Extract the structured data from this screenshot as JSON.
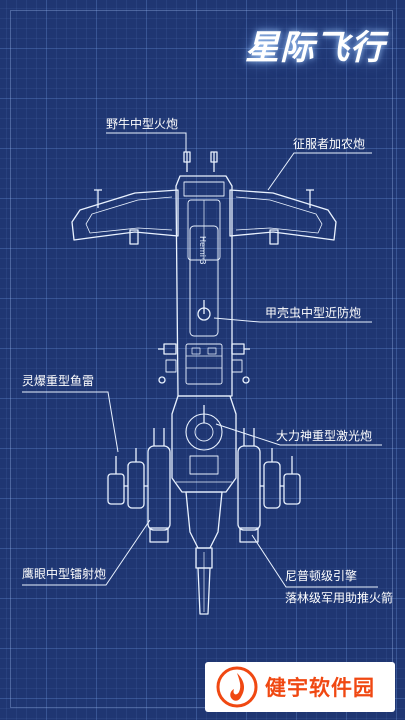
{
  "title": "星际飞行",
  "parts": {
    "yeniu": "野牛中型火炮",
    "zhengfuzhe": "征服者加农炮",
    "jiaqiaochong": "甲壳虫中型近防炮",
    "lingbao": "灵爆重型鱼雷",
    "dalishen": "大力神重型激光炮",
    "yingyan": "鹰眼中型镭射炮",
    "nipu_line1": "尼普顿级引擎",
    "nipu_line2": "落林级军用助推火箭"
  },
  "ship": {
    "hull_text": "Hemi·3"
  },
  "watermark": {
    "text": "健宇软件园",
    "logo_icon": "flame-logo-icon",
    "color": "#f04812"
  }
}
